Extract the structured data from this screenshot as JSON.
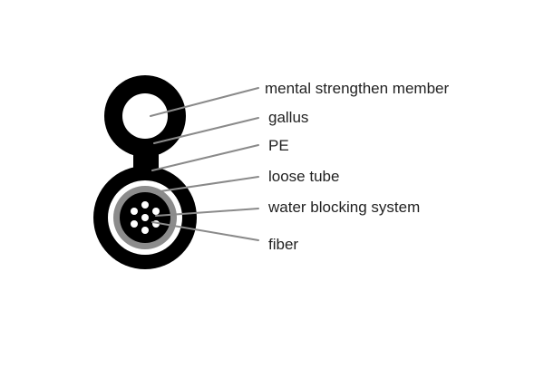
{
  "labels": {
    "mental_strengthen_member": "mental strengthen member",
    "gallus": "gallus",
    "pe": "PE",
    "loose_tube": "loose tube",
    "water_blocking_system": "water blocking system",
    "fiber": "fiber"
  },
  "colors": {
    "jacket": "#000000",
    "inner_white": "#ffffff",
    "tube_gray": "#8c8c8c",
    "leader": "#8a8a8a",
    "text": "#222222"
  }
}
